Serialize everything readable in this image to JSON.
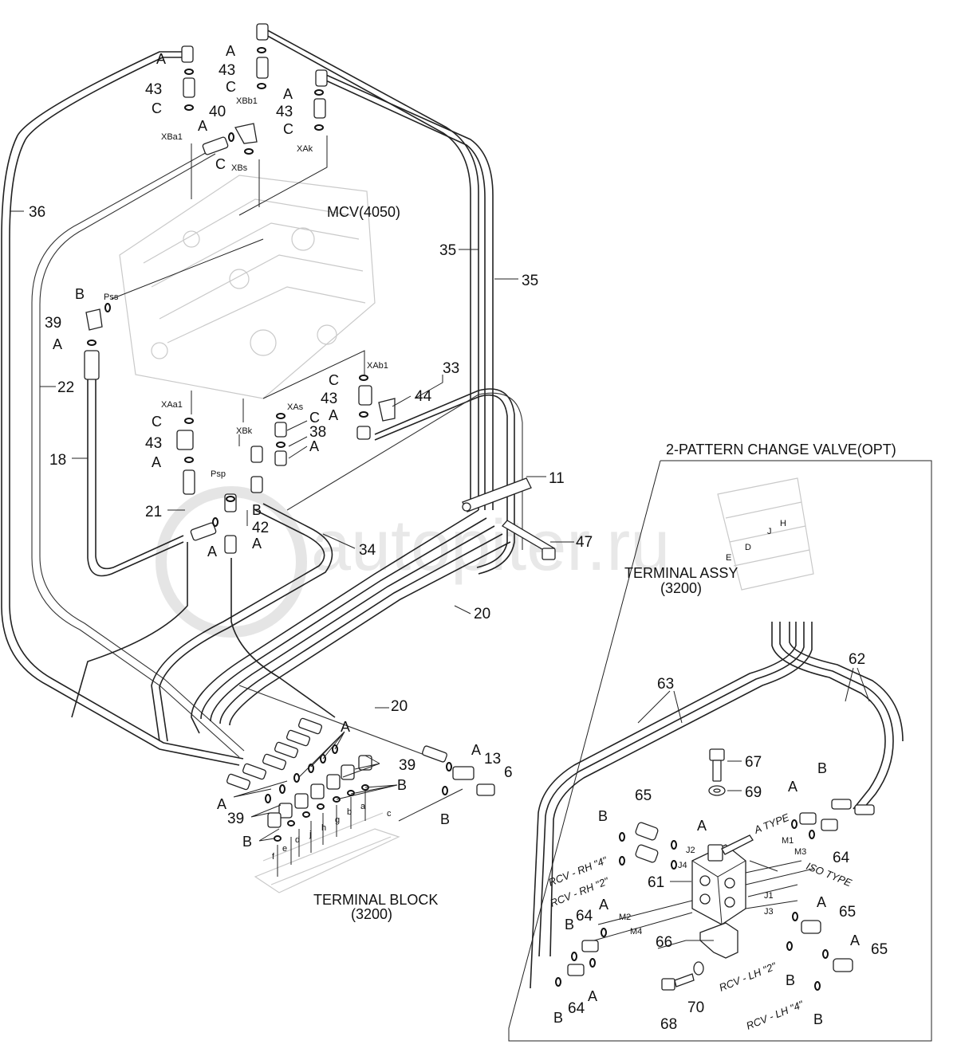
{
  "watermark": "autopiter.ru",
  "titles": {
    "mcv": "MCV(4050)",
    "terminal_block": "TERMINAL BLOCK",
    "terminal_block_code": "(3200)",
    "pattern_valve": "2-PATTERN CHANGE VALVE(OPT)",
    "terminal_assy": "TERMINAL ASSY",
    "terminal_assy_code": "(3200)"
  },
  "part_numbers": {
    "p36": "36",
    "p22": "22",
    "p18": "18",
    "p21": "21",
    "p39a": "39",
    "p40": "40",
    "p43a": "43",
    "p43b": "43",
    "p43c": "43",
    "p43d": "43",
    "p43e": "43",
    "p35a": "35",
    "p35b": "35",
    "p33": "33",
    "p44": "44",
    "p38": "38",
    "p42": "42",
    "p34": "34",
    "p11": "11",
    "p47": "47",
    "p20a": "20",
    "p20b": "20",
    "p13": "13",
    "p6": "6",
    "p39b": "39",
    "p39c": "39",
    "p62": "62",
    "p63": "63",
    "p67": "67",
    "p69": "69",
    "p65a": "65",
    "p65b": "65",
    "p65c": "65",
    "p61": "61",
    "p64a": "64",
    "p64b": "64",
    "p64c": "64",
    "p66": "66",
    "p68": "68",
    "p70": "70"
  },
  "callouts": {
    "A": "A",
    "B": "B",
    "C": "C"
  },
  "ports": {
    "xba1": "XBa1",
    "xbs": "XBs",
    "xbb1": "XBb1",
    "xak": "XAk",
    "pss": "Pss",
    "xab1": "XAb1",
    "xaa1": "XAa1",
    "xas": "XAs",
    "xbk": "XBk",
    "psp": "Psp",
    "j": "J",
    "h": "H",
    "d": "D",
    "e": "E",
    "j1": "J1",
    "j2": "J2",
    "j3": "J3",
    "j4": "J4",
    "m1": "M1",
    "m2": "M2",
    "m3": "M3",
    "m4": "M4",
    "a_small": "a",
    "b_small": "b",
    "c_small": "c",
    "d_small": "d",
    "e_small": "e",
    "f_small": "f",
    "g_small": "g",
    "h_small": "h",
    "j_small": "j"
  },
  "notes": {
    "a_type": "A TYPE",
    "iso_type": "ISO TYPE",
    "rcv_rh4": "RCV - RH \"4\"",
    "rcv_rh2": "RCV - RH \"2\"",
    "rcv_lh2": "RCV - LH \"2\"",
    "rcv_lh4": "RCV - LH \"4\""
  }
}
